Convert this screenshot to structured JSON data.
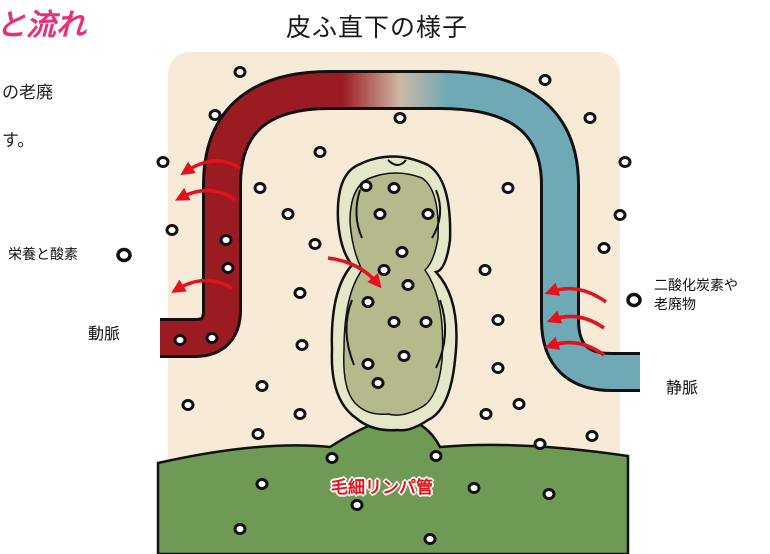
{
  "heading": "と流れ",
  "body_lines": [
    "の老廃",
    "す。"
  ],
  "diagram": {
    "title": "皮ふ直下の様子",
    "labels": {
      "nutrients": "栄養と酸素",
      "artery": "動脈",
      "waste_line1": "二酸化炭素や",
      "waste_line2": "老廃物",
      "vein": "静脈",
      "lymph": "毛細リンパ管"
    },
    "colors": {
      "artery": "#9b1b22",
      "vein": "#6fa9b5",
      "tissue": "#f7ead6",
      "lymph_base": "#6e9a55",
      "lymph_vessel": "#b6b98b",
      "lymph_wall": "#e6e6c8",
      "arrow": "#e3121c",
      "heading": "#e8307a"
    }
  }
}
